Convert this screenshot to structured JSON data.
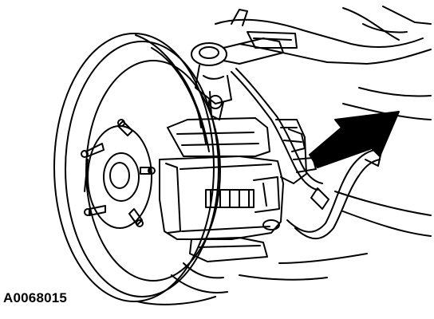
{
  "figure": {
    "code": "A0068015",
    "parts": [
      "brake-disc",
      "wheel-hub",
      "wheel-stud",
      "brake-caliper",
      "caliper-bracket",
      "tie-rod-end",
      "brake-hose",
      "abs-sensor-wire",
      "suspension-arm",
      "pointer-arrow"
    ]
  },
  "colors": {
    "ink": "#000000",
    "paper": "#ffffff"
  }
}
